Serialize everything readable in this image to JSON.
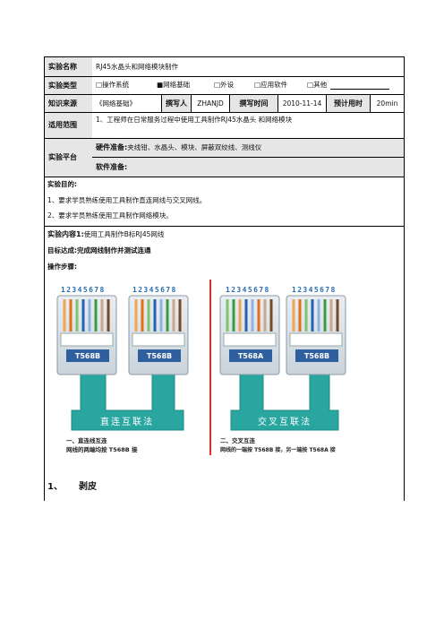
{
  "form": {
    "name_label": "实验名称",
    "name_value": "RJ45水晶头和网络模块制作",
    "type_label": "实验类型",
    "type_options": [
      "□操作系统",
      "■网络基础",
      "□外设",
      "□应用软件",
      "□其他"
    ],
    "source_label": "知识来源",
    "source_value": "《网络基础》",
    "author_label": "撰写人",
    "author_value": "ZHANJD",
    "date_label": "撰写时间",
    "date_value": "2010-11-14",
    "time_label": "预计用时",
    "time_value": "20min",
    "scope_label": "适用范围",
    "scope_value": "1、工程师在日常服务过程中使用工具制作RJ45水晶头 和网络模块",
    "platform_label": "实验平台",
    "hardware_label": "硬件准备:",
    "hardware_value": "夹线钳、水晶头、模块、屏蔽双绞线、测线仪",
    "software_label": "软件准备:"
  },
  "goals": {
    "heading": "实验目的:",
    "items": [
      "1、要求学员熟练使用工具制作直连网线与交叉网线。",
      "2、要求学员熟练使用工具制作网络模块。"
    ]
  },
  "content": {
    "label": "实验内容1:",
    "value": "使用工具制作B标RJ45网线",
    "target_label": "目标达成:",
    "target_value": "完成网线制作并测试连通",
    "steps_label": "操作步骤:"
  },
  "figure": {
    "pins": "12345678",
    "straight_plugs": [
      "T568B",
      "T568B"
    ],
    "cross_plugs": [
      "T568A",
      "T568B"
    ],
    "straight_cable_label": "直连互联法",
    "cross_cable_label": "交叉互联法",
    "straight_caption_1": "一、直连线互连",
    "straight_caption_2": "网线的两端均按 T568B 接",
    "cross_caption_1": "二、交叉互连",
    "cross_caption_2": "网线的一端按 T568B 接，另一端按 T568A 接",
    "colors": {
      "cable": "#2aa6a1",
      "cable_dark": "#1d8a86",
      "plug_label_bg": "#2f5f9e",
      "divider": "#d9302a"
    }
  },
  "step": {
    "number": "1、",
    "title": "剥皮"
  }
}
